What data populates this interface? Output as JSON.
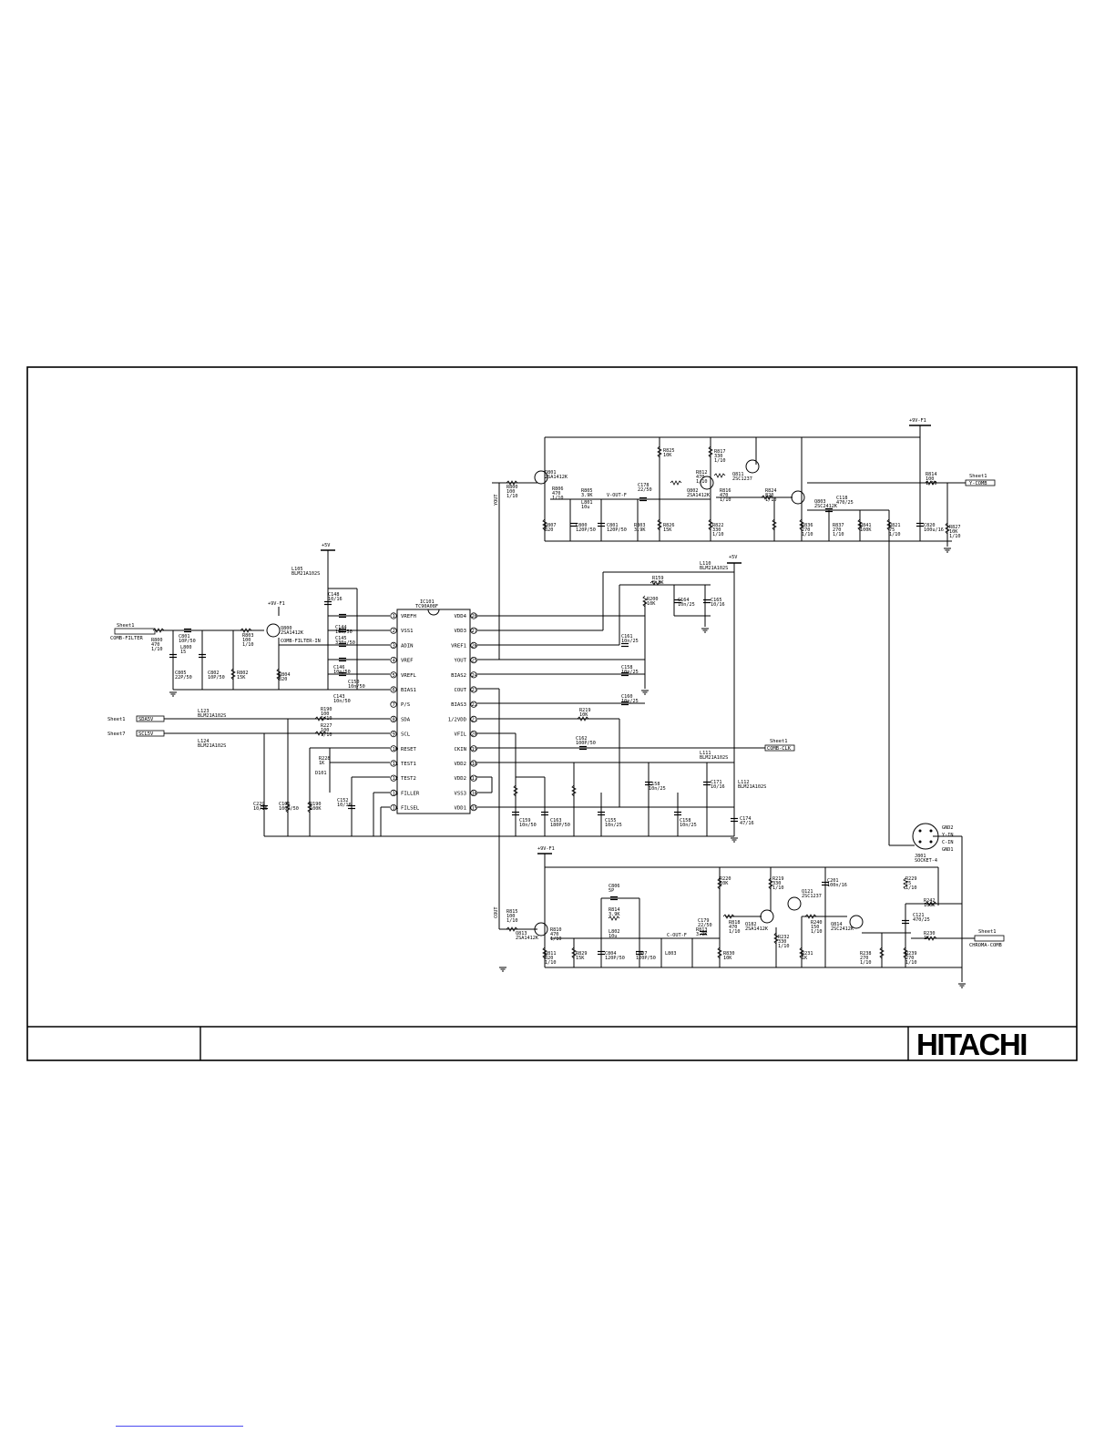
{
  "brand": {
    "logo_text": "HITACHI"
  },
  "title_block": {
    "left_cell": "",
    "center_cell": ""
  },
  "power_rails": {
    "top_9v": "+9V-F1",
    "mid_5v": "+5V",
    "left_5v": "+5V",
    "bottom_9v": "+9V-F1",
    "q800_9v": "+9V-F1"
  },
  "ic": {
    "ref": "IC101",
    "part": "TC90A08F",
    "left_pins": [
      {
        "num": "1",
        "name": "VREFH"
      },
      {
        "num": "2",
        "name": "VSS1"
      },
      {
        "num": "3",
        "name": "ADIN"
      },
      {
        "num": "4",
        "name": "VREF"
      },
      {
        "num": "5",
        "name": "VREFL"
      },
      {
        "num": "6",
        "name": "BIAS1"
      },
      {
        "num": "7",
        "name": "P/S"
      },
      {
        "num": "8",
        "name": "SDA"
      },
      {
        "num": "9",
        "name": "SCL"
      },
      {
        "num": "10",
        "name": "RESET"
      },
      {
        "num": "11",
        "name": "TEST1"
      },
      {
        "num": "12",
        "name": "TEST2"
      },
      {
        "num": "13",
        "name": "FILLER"
      },
      {
        "num": "14",
        "name": "FILSEL"
      }
    ],
    "right_pins": [
      {
        "num": "28",
        "name": "VDD4"
      },
      {
        "num": "27",
        "name": "VDD3"
      },
      {
        "num": "26",
        "name": "VREF1"
      },
      {
        "num": "25",
        "name": "YOUT"
      },
      {
        "num": "24",
        "name": "BIAS2"
      },
      {
        "num": "23",
        "name": "COUT"
      },
      {
        "num": "22",
        "name": "BIAS3"
      },
      {
        "num": "21",
        "name": "1/2VDD"
      },
      {
        "num": "20",
        "name": "VFIL"
      },
      {
        "num": "19",
        "name": "CKIN"
      },
      {
        "num": "18",
        "name": "VDD2"
      },
      {
        "num": "17",
        "name": "VDD2"
      },
      {
        "num": "16",
        "name": "VSS3"
      },
      {
        "num": "15",
        "name": "VDD1"
      }
    ]
  },
  "connectors": {
    "filter_in": {
      "sheet": "Sheet1",
      "net": "COMB-FILTER"
    },
    "sda": {
      "sheet": "Sheet1",
      "net": "SDA5V"
    },
    "scl": {
      "sheet": "Sheet7",
      "net": "SCL5V"
    },
    "y_comb": {
      "sheet": "Sheet1",
      "net": "Y-COMB"
    },
    "comb_clk": {
      "sheet": "Sheet1",
      "net": "COMB-CLK"
    },
    "c_comb": {
      "sheet": "Sheet1",
      "net": "CHROMA-COMB"
    },
    "svideo": {
      "ref": "J801",
      "part": "SOCKET-4",
      "pins": [
        "GND2",
        "Y-IN",
        "C-IN",
        "GND1"
      ]
    }
  },
  "net_labels": {
    "comb_filter_in": "COMB-FILTER-IN",
    "yout_net": "YOUT",
    "cout_net": "COUT",
    "v_out_f": "V-OUT-F",
    "c_out_f": "C-OUT-F"
  },
  "parts": {
    "top": [
      "R800 100 1/10",
      "Q801 2SA1412K",
      "R806 470 1/10",
      "R807 820",
      "R805 3.9K",
      "L801 10u",
      "C800 120P/50",
      "C801 120P/50",
      "R803 3.9K",
      "C178 22/50",
      "R825 10K",
      "R817 330 1/10",
      "R812 470 1/10",
      "Q802 2SA1412K",
      "Q811 2SC1237",
      "R826 15K",
      "R822 330 1/10",
      "R816 470 1/10",
      "R824 820 1/10",
      "Q803 2SC2412K",
      "C118 470/25",
      "R836 270 1/10",
      "R837 270 1/10",
      "R841 100K",
      "R821 75 1/10",
      "R814 100 1/10",
      "C820 100u/16",
      "R827 10K 1/10"
    ],
    "left": [
      "R800 470 1/10",
      "C801 10P/50",
      "L800 15",
      "C805 22P/50",
      "C802 10P/50",
      "R802 15K",
      "R803 100 1/10",
      "Q800 2SA1412K",
      "R804 820",
      "L105 BLM21A102S",
      "C148 10/16",
      "C144 10n/50",
      "C145 330n/50",
      "C146 10n/50",
      "C150 10n/50",
      "C143 10n/50"
    ],
    "middle": [
      "L123 BLM21A102S",
      "L124 BLM21A102S",
      "R190 100 1/10",
      "R227 100 1/10",
      "R228 1K",
      "D101",
      "C152 10/16",
      "C229 10/16",
      "C101 100P/50",
      "R190 100K"
    ],
    "right_mid": [
      "L110 BLM21A102S",
      "R159 8.2K",
      "R200 10K",
      "C164 10n/25",
      "C165 10/16",
      "C161 10n/25",
      "C158 10n/25",
      "C160 10n/25",
      "R219 10K",
      "C162 100P/50",
      "L111 BLM21A102S",
      "C158 10n/25",
      "C171 10/16",
      "L112 BLM21A102S",
      "C159 10n/50",
      "C163 180P/50",
      "C155 10n/25",
      "C158 10n/25",
      "C174 47/16"
    ],
    "bottom": [
      "R815 100 1/10",
      "Q813 2SA1412K",
      "R810 470 1/10",
      "R811 820 1/10",
      "R829 15K",
      "C806 5P",
      "R814 3.9K",
      "L802 10u",
      "C804 120P/50",
      "C807 120P/50",
      "L803",
      "R813 3.9K",
      "C179 22/50",
      "R220 10K",
      "R818 470 1/10",
      "Q182 2SA1412K",
      "R219 330 1/10",
      "R232 330 1/10",
      "Q121 2SC1237",
      "R830 10K",
      "R240 150 1/10",
      "C201 100n/16",
      "Q814 2SC2412K",
      "R231 1K",
      "R238 270 1/10",
      "R229 75 1/10",
      "C121 470/25",
      "R242 100K",
      "R239 270 1/10",
      "R230 1K"
    ]
  }
}
